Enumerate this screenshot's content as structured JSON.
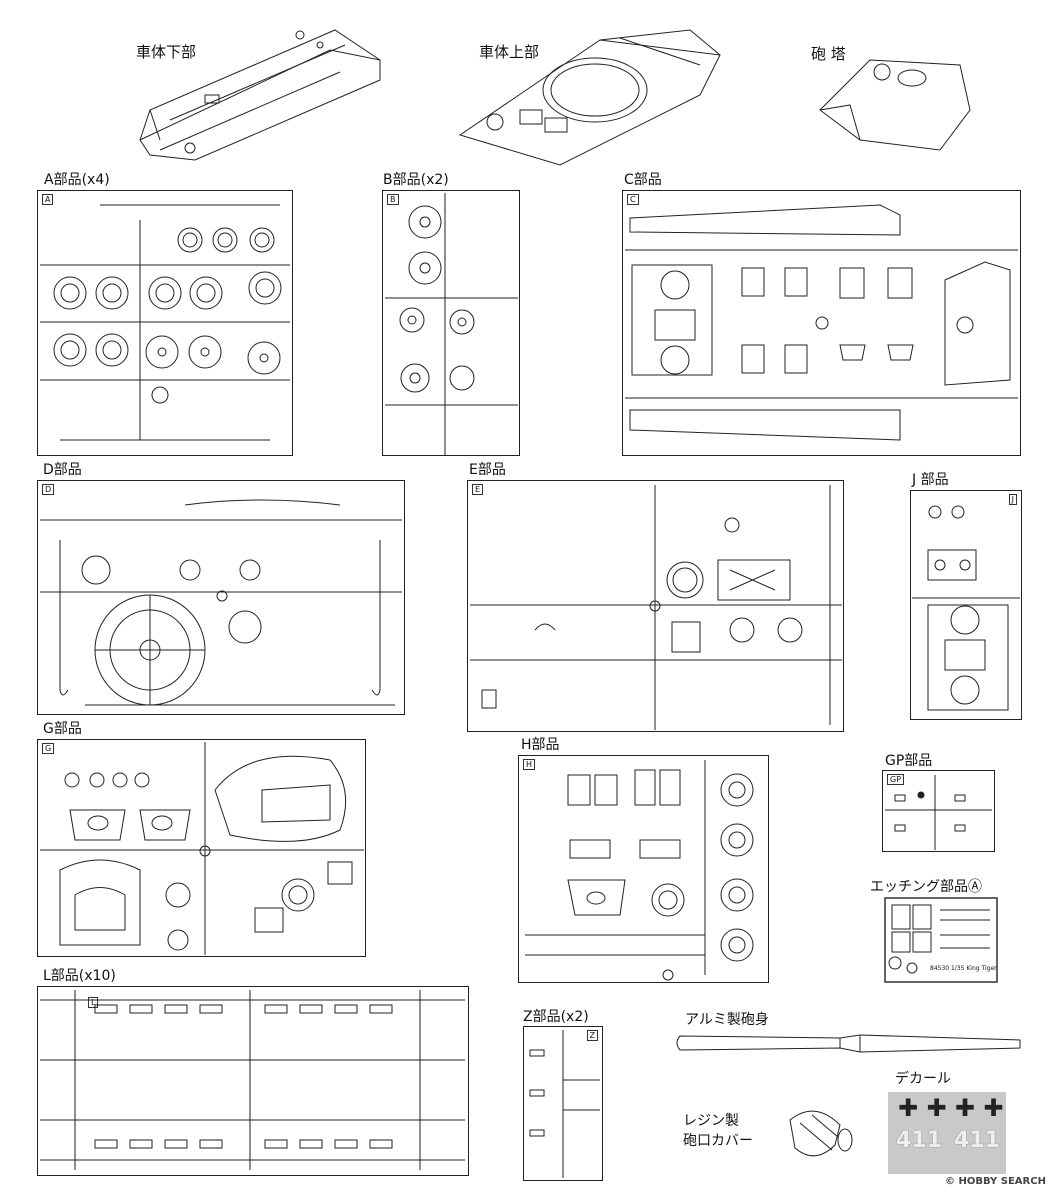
{
  "assemblies": {
    "lower_hull": "車体下部",
    "upper_hull": "車体上部",
    "turret": "砲 塔"
  },
  "sprues": {
    "A": {
      "label": "A部品(x4)",
      "tag": "A"
    },
    "B": {
      "label": "B部品(x2)",
      "tag": "B"
    },
    "C": {
      "label": "C部品",
      "tag": "C"
    },
    "D": {
      "label": "D部品",
      "tag": "D"
    },
    "E": {
      "label": "E部品",
      "tag": "E"
    },
    "J": {
      "label": "J 部品",
      "tag": "J"
    },
    "G": {
      "label": "G部品",
      "tag": "G"
    },
    "H": {
      "label": "H部品",
      "tag": "H"
    },
    "GP": {
      "label": "GP部品",
      "tag": "GP"
    },
    "L": {
      "label": "L部品(x10)",
      "tag": "L"
    },
    "Z": {
      "label": "Z部品(x2)",
      "tag": "Z"
    }
  },
  "etching": {
    "label": "エッチング部品Ⓐ",
    "plate_text": "84530 1/35 King Tiger"
  },
  "aluminum_barrel": {
    "label": "アルミ製砲身"
  },
  "resin_cover": {
    "label_line1": "レジン製",
    "label_line2": "砲口カバー"
  },
  "decal": {
    "label": "デカール",
    "crosses": "✚ ✚ ✚ ✚",
    "number_1": "411",
    "number_2": "411"
  },
  "watermark": {
    "text": "© HOBBY SEARCH"
  }
}
